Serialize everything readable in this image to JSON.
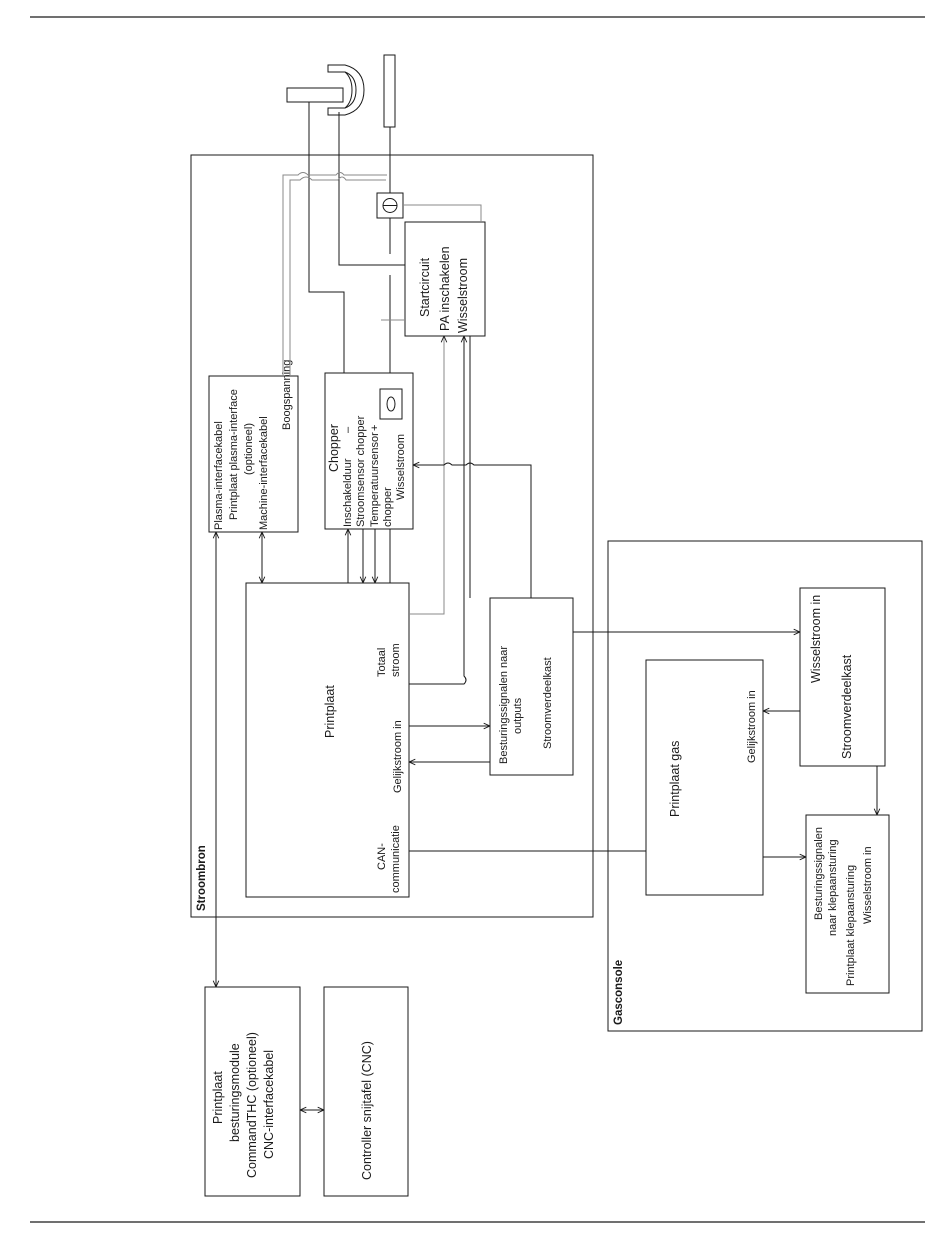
{
  "diagram": {
    "stroombron": {
      "label": "Stroombron",
      "printplaat": {
        "title": "Printplaat",
        "totaal": [
          "Totaal",
          "stroom"
        ],
        "gelijkstroom": "Gelijkstroom in",
        "can": [
          "CAN-",
          "communicatie"
        ]
      },
      "plasma_box": [
        "Plasma-interfacekabel",
        "Printplaat plasma-interface",
        "(optioneel)",
        "Machine-interfacekabel",
        "Boogspanning"
      ],
      "chopper": {
        "title": "Chopper",
        "lines": [
          "Inschakelduur",
          "Stroomsensor chopper",
          "Temperatuursensor",
          "chopper",
          "Wisselstroom"
        ],
        "plus": "+",
        "minus": "–"
      },
      "startcircuit": [
        "Startcircuit",
        "PA inschakelen",
        "Wisselstroom"
      ],
      "besturing": [
        "Besturingssignalen naar",
        "outputs",
        "Stroomverdeelkast"
      ]
    },
    "gasconsole": {
      "label": "Gasconsole",
      "printplaat_gas": "Printplaat gas",
      "gelijkstroom": "Gelijkstroom in",
      "wissel_box": [
        "Wisselstroom in",
        "Stroomverdeelkast"
      ],
      "klep_box": [
        "Besturingssignalen",
        "naar klepaansturing",
        "Printplaat klepaansturing",
        "Wisselstroom in"
      ]
    },
    "commandthc": [
      "Printplaat",
      "besturingsmodule",
      "CommandTHC (optioneel)",
      "CNC-interfacekabel"
    ],
    "cnc": "Controller snijtafel (CNC)"
  }
}
